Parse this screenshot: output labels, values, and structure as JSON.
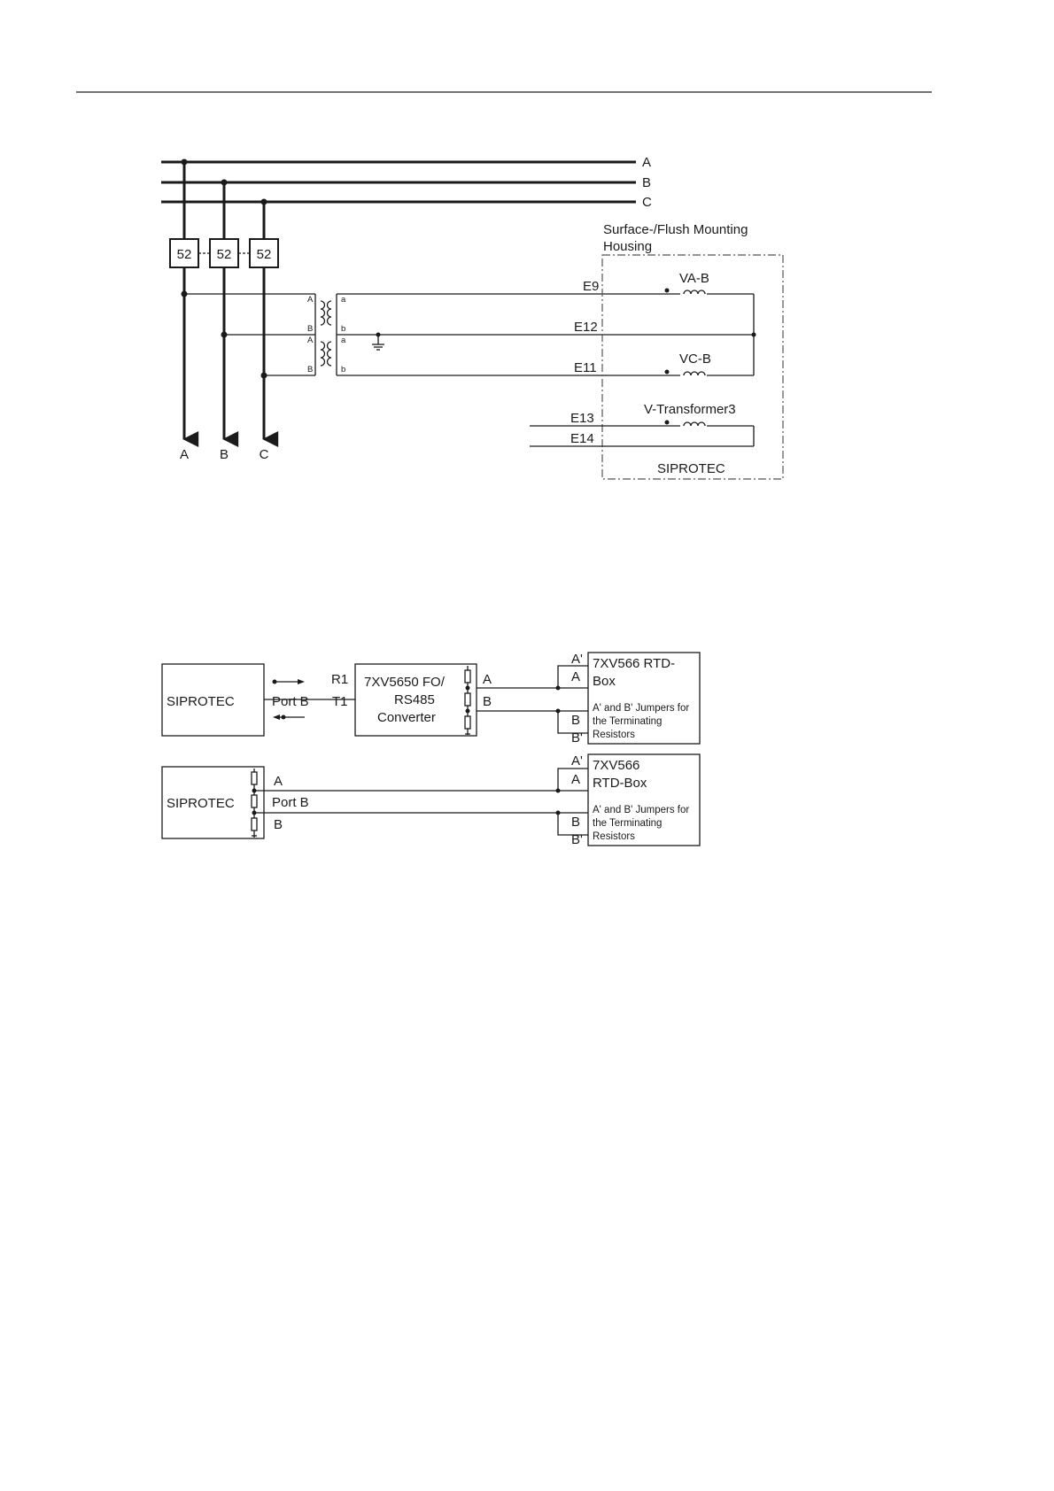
{
  "diagram1": {
    "bus_labels": [
      "A",
      "B",
      "C"
    ],
    "breaker_label": "52",
    "output_labels": [
      "A",
      "B",
      "C"
    ],
    "vt_primary_terminals": [
      "A",
      "B",
      "A",
      "B"
    ],
    "vt_secondary_terminals": [
      "a",
      "b",
      "a",
      "b"
    ],
    "housing_label": "Surface-/Flush Mounting\nHousing",
    "housing_line1": "Surface-/Flush Mounting",
    "housing_line2": "Housing",
    "terminals": [
      "E9",
      "E12",
      "E11",
      "E13",
      "E14"
    ],
    "coil_labels": [
      "VA-B",
      "VC-B",
      "V-Transformer3"
    ],
    "device_label": "SIPROTEC"
  },
  "diagram2": {
    "device_label": "SIPROTEC",
    "port_label": "Port B",
    "rx_label": "R1",
    "tx_label": "T1",
    "converter_line1": "7XV5650 FO/",
    "converter_line2": "RS485",
    "converter_line3": "Converter",
    "line_a": "A",
    "line_b": "B",
    "a_prime": "A'",
    "b_prime": "B'",
    "rtd_title_line1": "7XV566 RTD-",
    "rtd_title_line2": "Box",
    "rtd_note_line1": "A' and B' Jumpers for",
    "rtd_note_line2": "the Terminating",
    "rtd_note_line3": "Resistors"
  },
  "diagram3": {
    "device_label": "SIPROTEC",
    "line_a": "A",
    "port_label": "Port B",
    "line_b": "B",
    "a_prime": "A'",
    "b_prime": "B'",
    "rtd_title_line1": "7XV566",
    "rtd_title_line2": "RTD-Box",
    "rtd_note_line1": "A' and B' Jumpers for",
    "rtd_note_line2": "the Terminating",
    "rtd_note_line3": "Resistors"
  }
}
